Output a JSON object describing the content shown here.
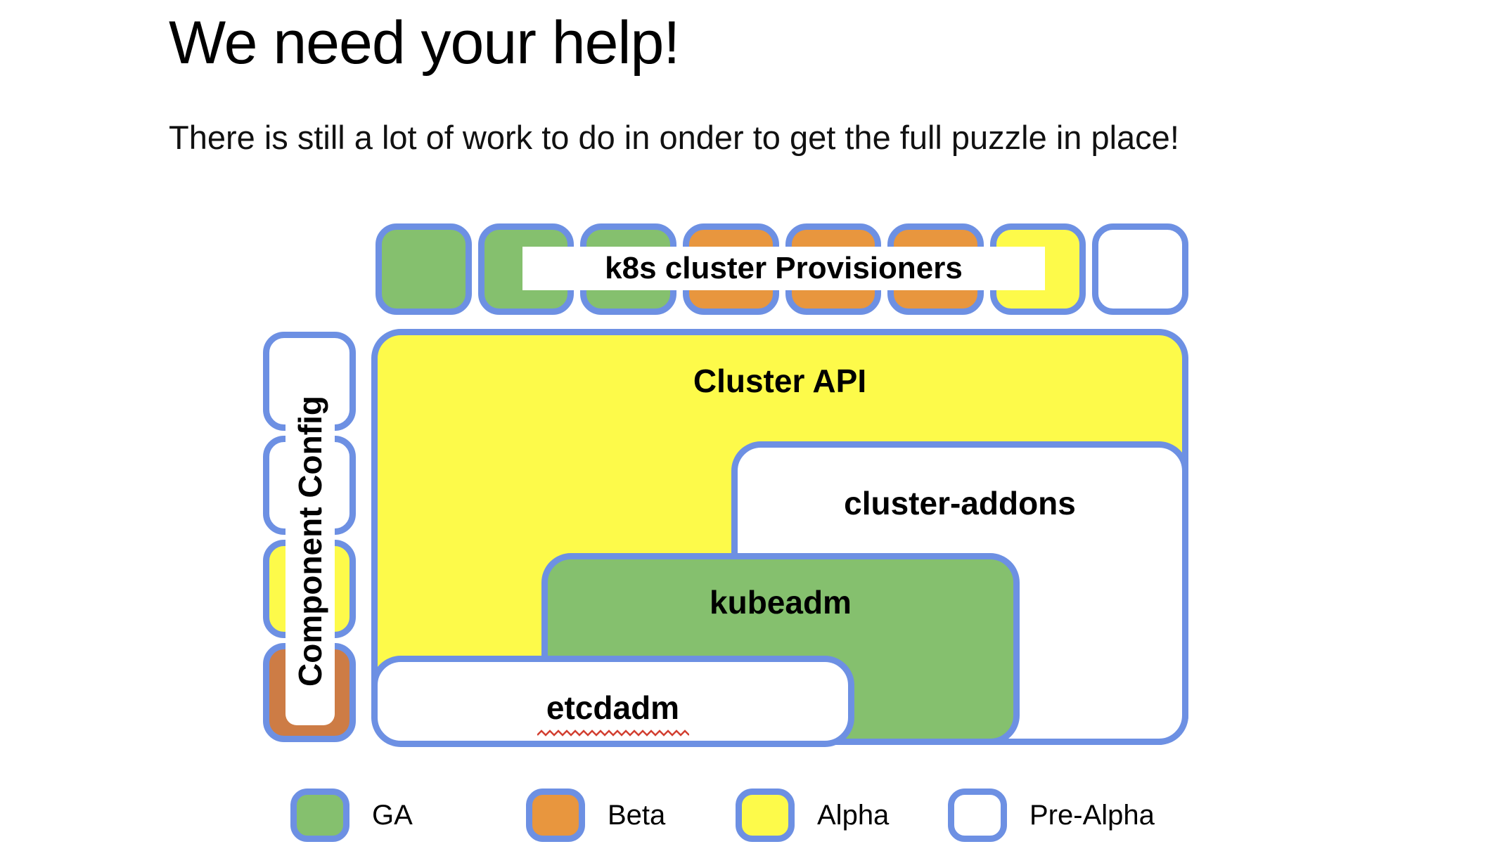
{
  "page": {
    "title": "We need your help!",
    "subtitle": "There is still a lot of work to do in onder to get the full puzzle in place!"
  },
  "colors": {
    "ga_green": "#85c06e",
    "beta_orange": "#e8963e",
    "beta_orange_dark": "#cd7c45",
    "alpha_yellow": "#fdfa4a",
    "pre_alpha_white": "#ffffff",
    "piece_border_blue": "#6d90e3",
    "spellcheck_red": "#d23f31"
  },
  "puzzle": {
    "provisioners": {
      "label": "k8s cluster Provisioners"
    },
    "top_row_pieces": [
      {
        "status": "GA",
        "color": "#85c06e"
      },
      {
        "status": "GA",
        "color": "#85c06e"
      },
      {
        "status": "GA",
        "color": "#85c06e"
      },
      {
        "status": "Beta",
        "color": "#e8963e"
      },
      {
        "status": "Beta",
        "color": "#e8963e"
      },
      {
        "status": "Beta",
        "color": "#e8963e"
      },
      {
        "status": "Alpha",
        "color": "#fdfa4a"
      },
      {
        "status": "Pre-Alpha",
        "color": "#ffffff"
      }
    ],
    "component_config": {
      "label": "Component Config",
      "pieces": [
        {
          "status": "Pre-Alpha",
          "color": "#ffffff"
        },
        {
          "status": "Pre-Alpha",
          "color": "#ffffff"
        },
        {
          "status": "Alpha",
          "color": "#fdfa4a"
        },
        {
          "status": "Beta",
          "color": "#cd7c45"
        }
      ]
    },
    "boxes": {
      "cluster_api": {
        "label": "Cluster API",
        "status": "Alpha",
        "color": "#fdfa4a"
      },
      "cluster_addons": {
        "label": "cluster-addons",
        "status": "Pre-Alpha",
        "color": "#ffffff"
      },
      "kubeadm": {
        "label": "kubeadm",
        "status": "GA",
        "color": "#85c06e"
      },
      "etcdadm": {
        "label": "etcdadm",
        "status": "Pre-Alpha",
        "color": "#ffffff",
        "spellcheck_underline": "true"
      }
    }
  },
  "legend": {
    "items": [
      {
        "label": "GA",
        "color": "#85c06e"
      },
      {
        "label": "Beta",
        "color": "#e8963e"
      },
      {
        "label": "Alpha",
        "color": "#fdfa4a"
      },
      {
        "label": "Pre-Alpha",
        "color": "#ffffff"
      }
    ]
  }
}
